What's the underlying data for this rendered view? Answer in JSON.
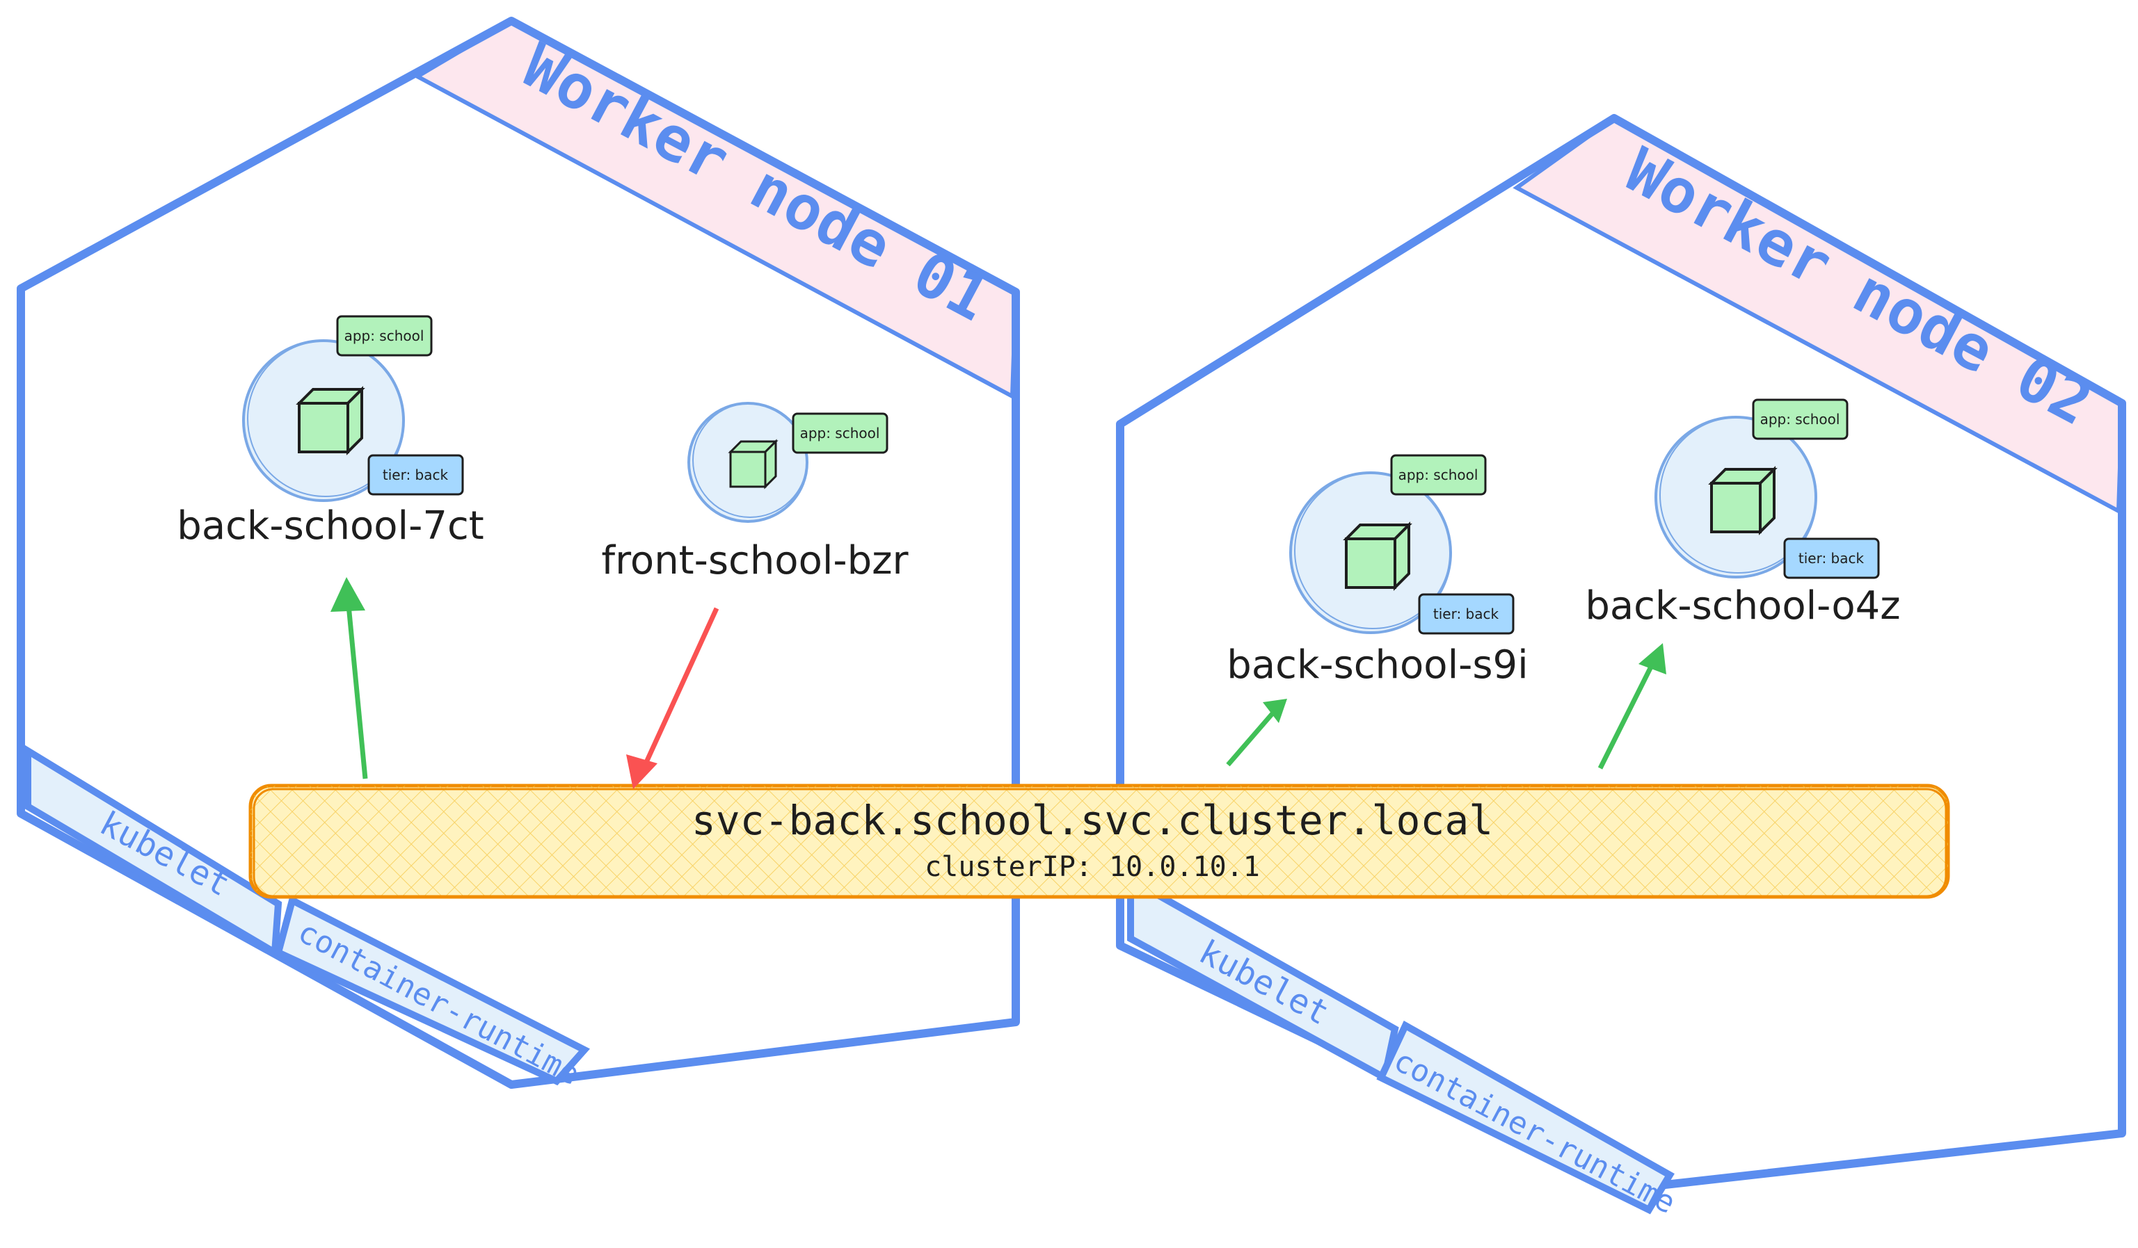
{
  "colors": {
    "node_stroke": "#5b8def",
    "banner_fill": "#fde7ee",
    "pod_fill": "#e3f0fb",
    "pod_stroke": "#7aa8e6",
    "cube_fill": "#b2f2bb",
    "app_tag_fill": "#b2f2bb",
    "tier_tag_fill": "#a5d8ff",
    "service_fill": "#fff3bf",
    "service_stroke": "#f08c00",
    "arrow_green": "#40c057",
    "arrow_red": "#fa5252"
  },
  "nodes": [
    {
      "title": "Worker node 01",
      "kubelet_label": "kubelet",
      "runtime_label": "container-runtime"
    },
    {
      "title": "Worker node 02",
      "kubelet_label": "kubelet",
      "runtime_label": "container-runtime"
    }
  ],
  "pods": [
    {
      "name": "back-school-7ct",
      "app_tag": "app: school",
      "tier_tag": "tier: back"
    },
    {
      "name": "front-school-bzr",
      "app_tag": "app: school"
    },
    {
      "name": "back-school-s9i",
      "app_tag": "app: school",
      "tier_tag": "tier: back"
    },
    {
      "name": "back-school-o4z",
      "app_tag": "app: school",
      "tier_tag": "tier: back"
    }
  ],
  "service": {
    "name": "svc-back.school.svc.cluster.local",
    "cluster_ip": "clusterIP: 10.0.10.1"
  },
  "icons": [
    "container-cube-icon",
    "arrow-up-icon",
    "arrow-down-icon"
  ]
}
